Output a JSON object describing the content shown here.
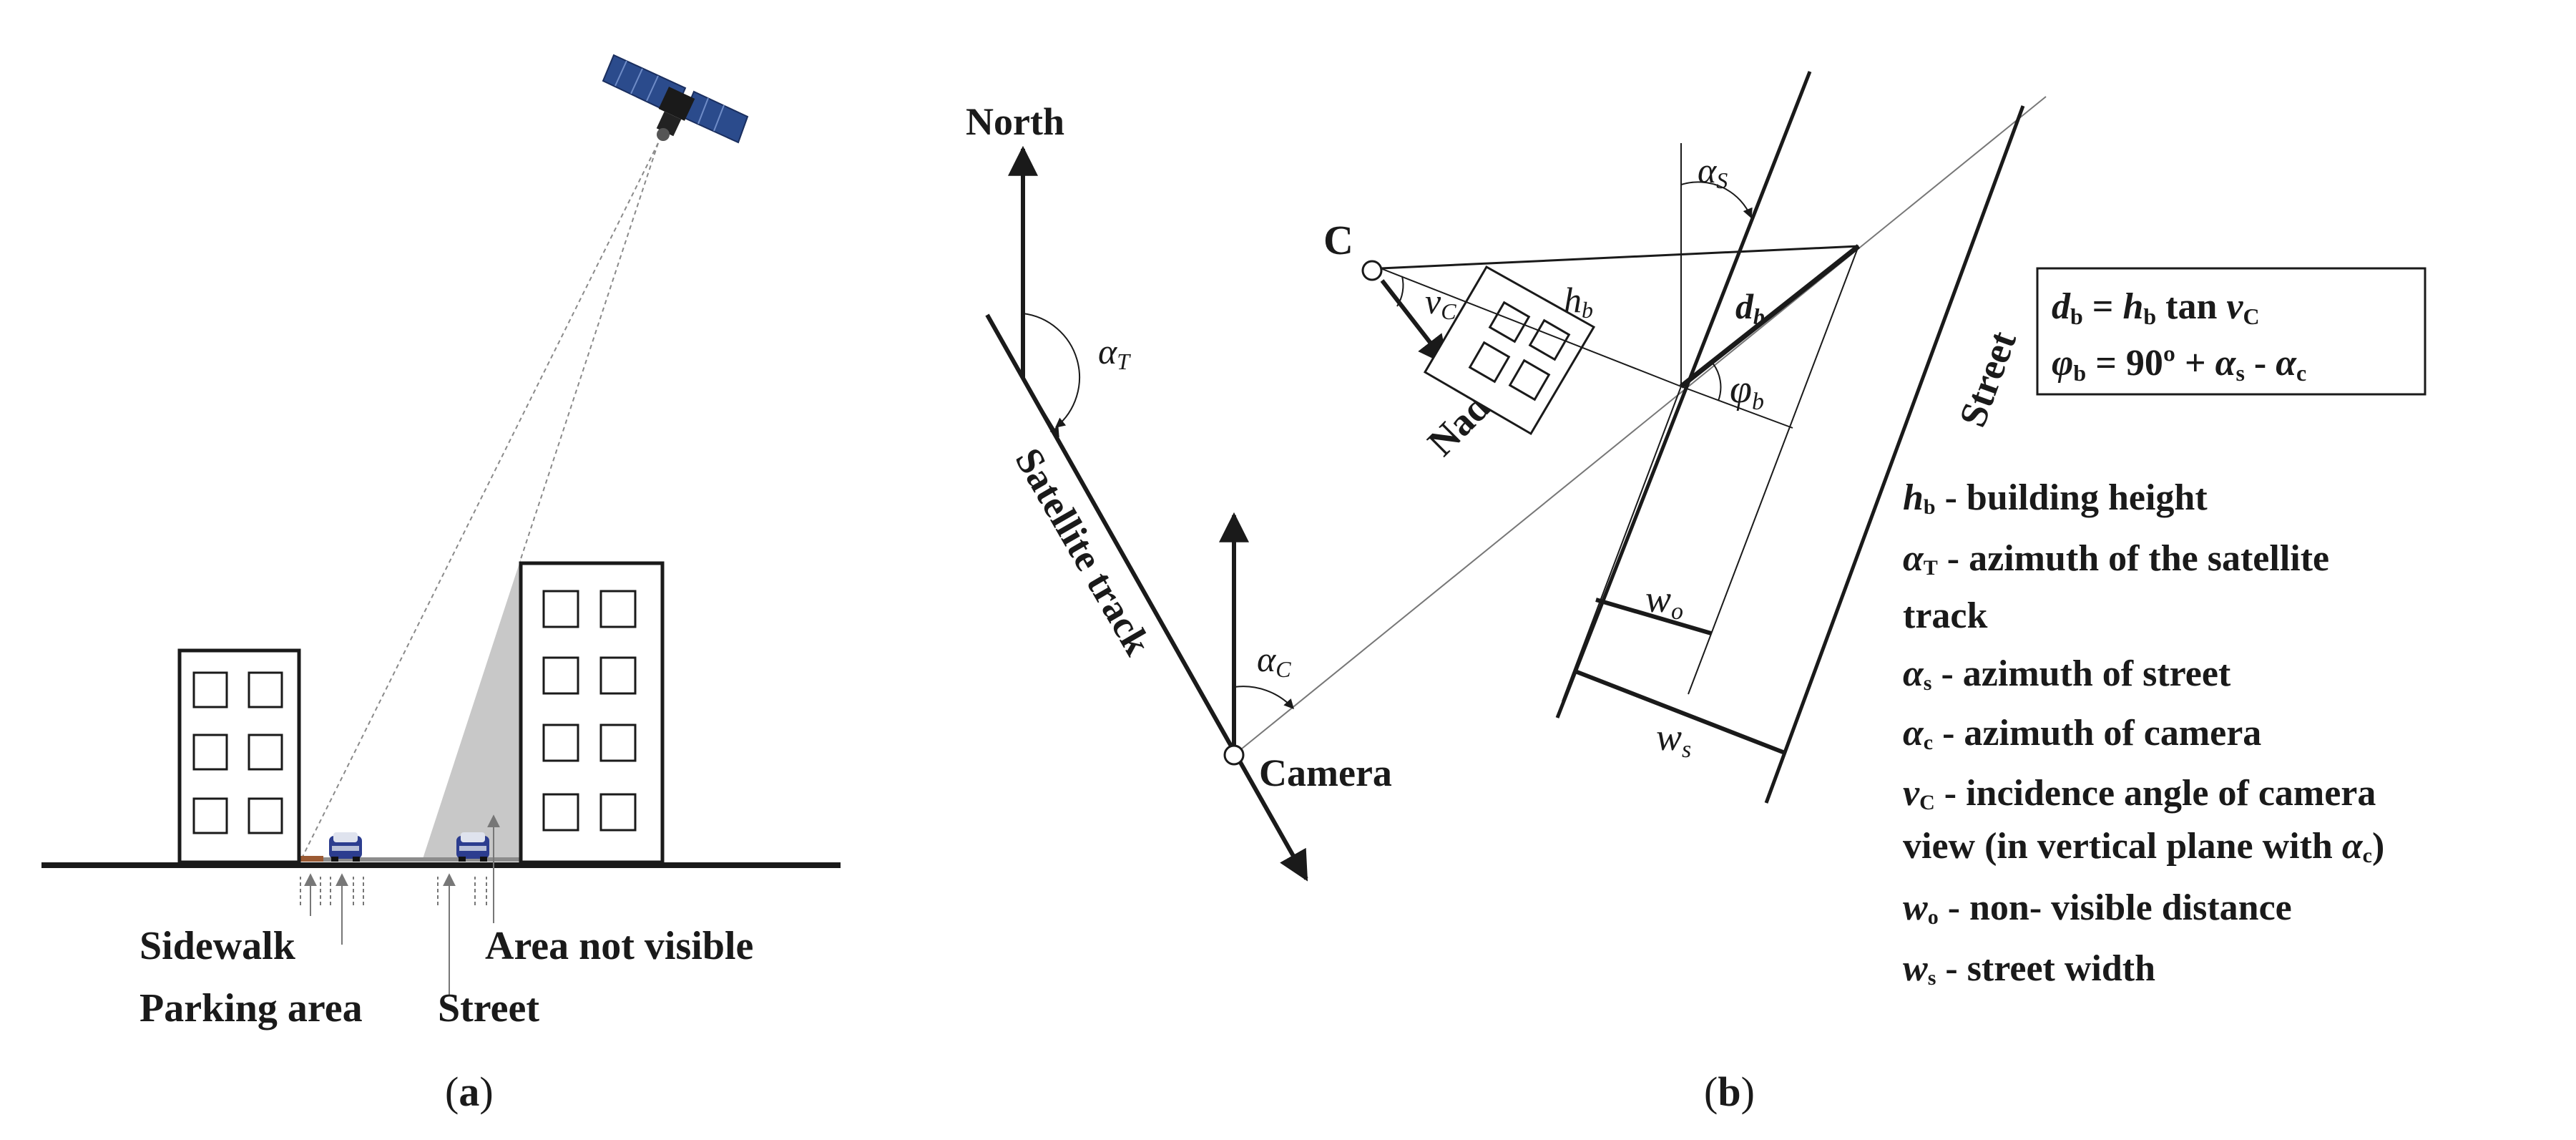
{
  "panel_a": {
    "caption_open": "(",
    "caption_letter": "a",
    "caption_close": ")",
    "labels": {
      "sidewalk": "Sidewalk",
      "parking_area": "Parking area",
      "street": "Street",
      "area_not_visible": "Area not visible"
    },
    "colors": {
      "panel_blue": "#2b4b8c",
      "shadow_gray": "#c8c8c8",
      "sidewalk_brown": "#9b5a33",
      "car_blue": "#2c3d8f"
    }
  },
  "panel_b": {
    "caption_open": "(",
    "caption_letter": "b",
    "caption_close": ")",
    "labels": {
      "north": "North",
      "satellite_track": "Satellite track",
      "camera": "Camera",
      "c_point": "C",
      "nadir": "Nadir",
      "street": "Street"
    },
    "symbols": {
      "alpha_t": "α",
      "alpha_t_sub": "T",
      "alpha_c": "α",
      "alpha_c_sub": "C",
      "alpha_s": "α",
      "alpha_s_sub": "S",
      "nu_c": "ν",
      "nu_c_sub": "C",
      "h_b": "h",
      "h_b_sub": "b",
      "d_b": "d",
      "d_b_sub": "b",
      "phi_b": "φ",
      "phi_b_sub": "b",
      "w_o": "w",
      "w_o_sub": "o",
      "w_s": "w",
      "w_s_sub": "s"
    },
    "formulas": {
      "f1": {
        "lhs": "d",
        "lhs_sub": "b",
        "eq": " = ",
        "h": "h",
        "h_sub": "b",
        "tan": " tan ",
        "nu": "ν",
        "nu_sub": "C"
      },
      "f2": {
        "phi": "φ",
        "phi_sub": "b",
        "rest1": " = 90º + ",
        "a1": "α",
        "a1_sub": "s",
        "minus": " - ",
        "a2": "α",
        "a2_sub": "c"
      }
    },
    "legend": [
      {
        "sym": "h",
        "sub": "b",
        "text": " - building height"
      },
      {
        "sym": "α",
        "sub": "T",
        "text": " - azimuth of the satellite"
      },
      {
        "sym": "",
        "sub": "",
        "text": "track"
      },
      {
        "sym": "α",
        "sub": "s",
        "text": " - azimuth of street"
      },
      {
        "sym": "α",
        "sub": "c",
        "text": " - azimuth of camera"
      },
      {
        "sym": "ν",
        "sub": "C",
        "text": " - incidence angle of camera"
      },
      {
        "sym": "",
        "sub": "",
        "text": "view (in vertical plane with ",
        "tail_sym": "α",
        "tail_sub": "c",
        "tail": ")"
      },
      {
        "sym": "w",
        "sub": "o",
        "text": " - non- visible distance"
      },
      {
        "sym": "w",
        "sub": "s",
        "text": " - street width"
      }
    ]
  }
}
